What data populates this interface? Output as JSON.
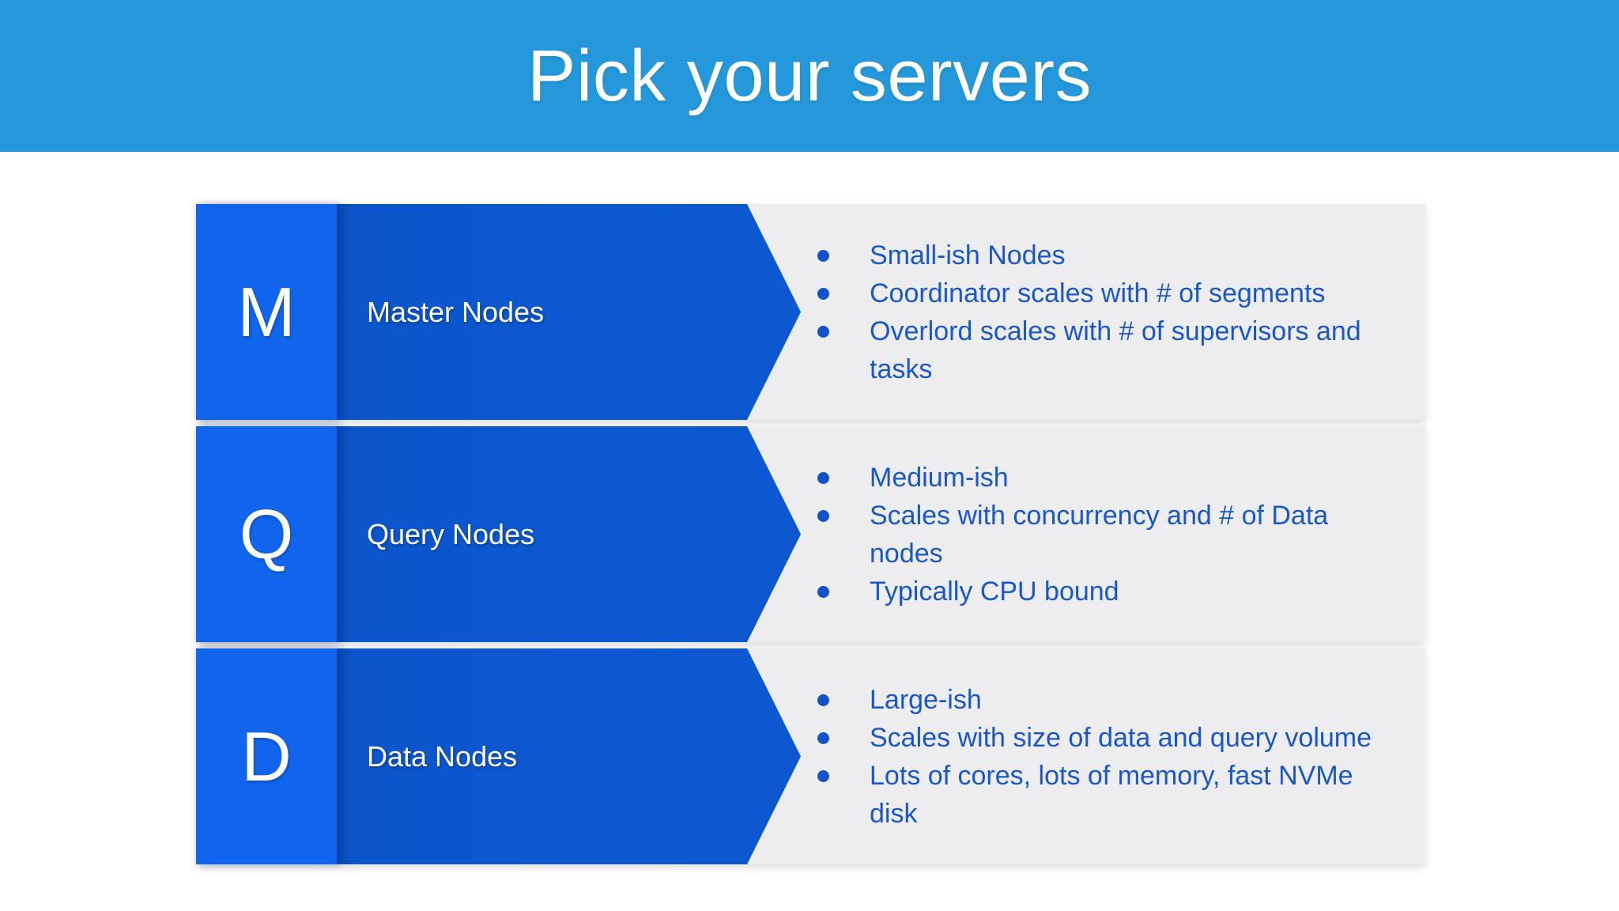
{
  "slide": {
    "title": "Pick your servers"
  },
  "rows": [
    {
      "letter": "M",
      "label": "Master Nodes",
      "bullets": [
        "Small-ish Nodes",
        "Coordinator scales with # of segments",
        "Overlord scales with # of supervisors and\ntasks"
      ]
    },
    {
      "letter": "Q",
      "label": "Query Nodes",
      "bullets": [
        "Medium-ish",
        "Scales with concurrency and # of Data\nnodes",
        "Typically CPU bound"
      ]
    },
    {
      "letter": "D",
      "label": "Data Nodes",
      "bullets": [
        "Large-ish",
        "Scales with size of data and query volume",
        "Lots of cores, lots of memory, fast NVMe\ndisk"
      ]
    }
  ],
  "colors": {
    "banner": "#2498DA",
    "badge_blue": "#1165EC",
    "arrow_blue": "#0D58D0",
    "panel_gray": "#EDEDEF",
    "bullet_text_blue": "#1A57C8",
    "title_text": "#FFFFFF"
  }
}
